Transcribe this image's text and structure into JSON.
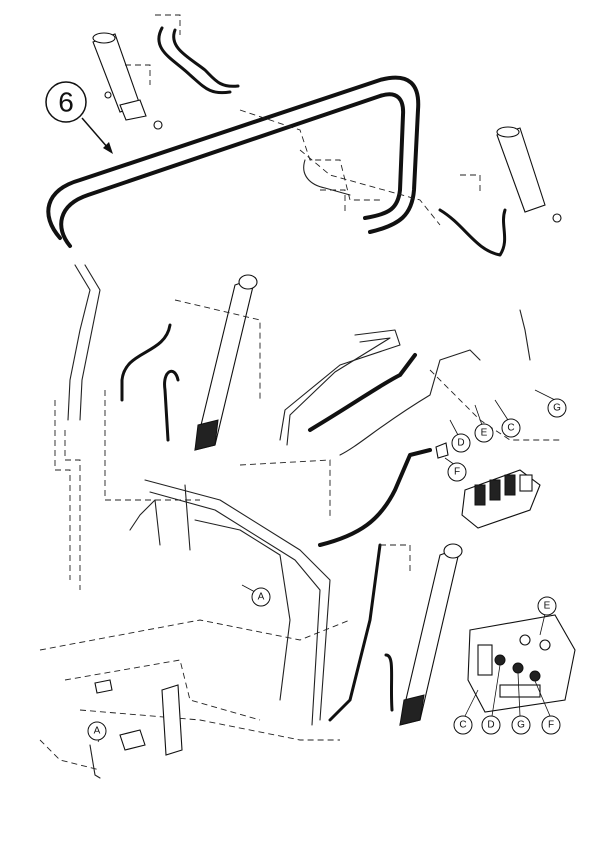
{
  "callout_number": "6",
  "labels": {
    "a": "A",
    "c": "C",
    "d": "D",
    "e": "E",
    "f": "F",
    "g": "G"
  },
  "colors": {
    "line": "#111111",
    "background": "#ffffff"
  }
}
